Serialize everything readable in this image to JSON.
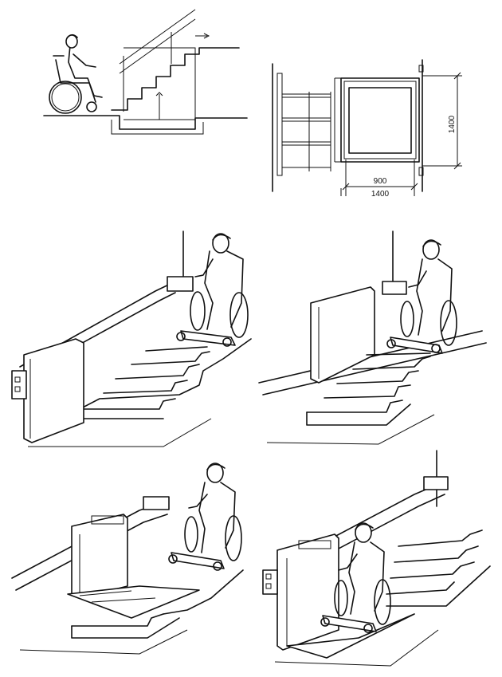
{
  "plan": {
    "dim_inner_width": "900",
    "dim_outer_width": "1400",
    "dim_height": "1400"
  }
}
